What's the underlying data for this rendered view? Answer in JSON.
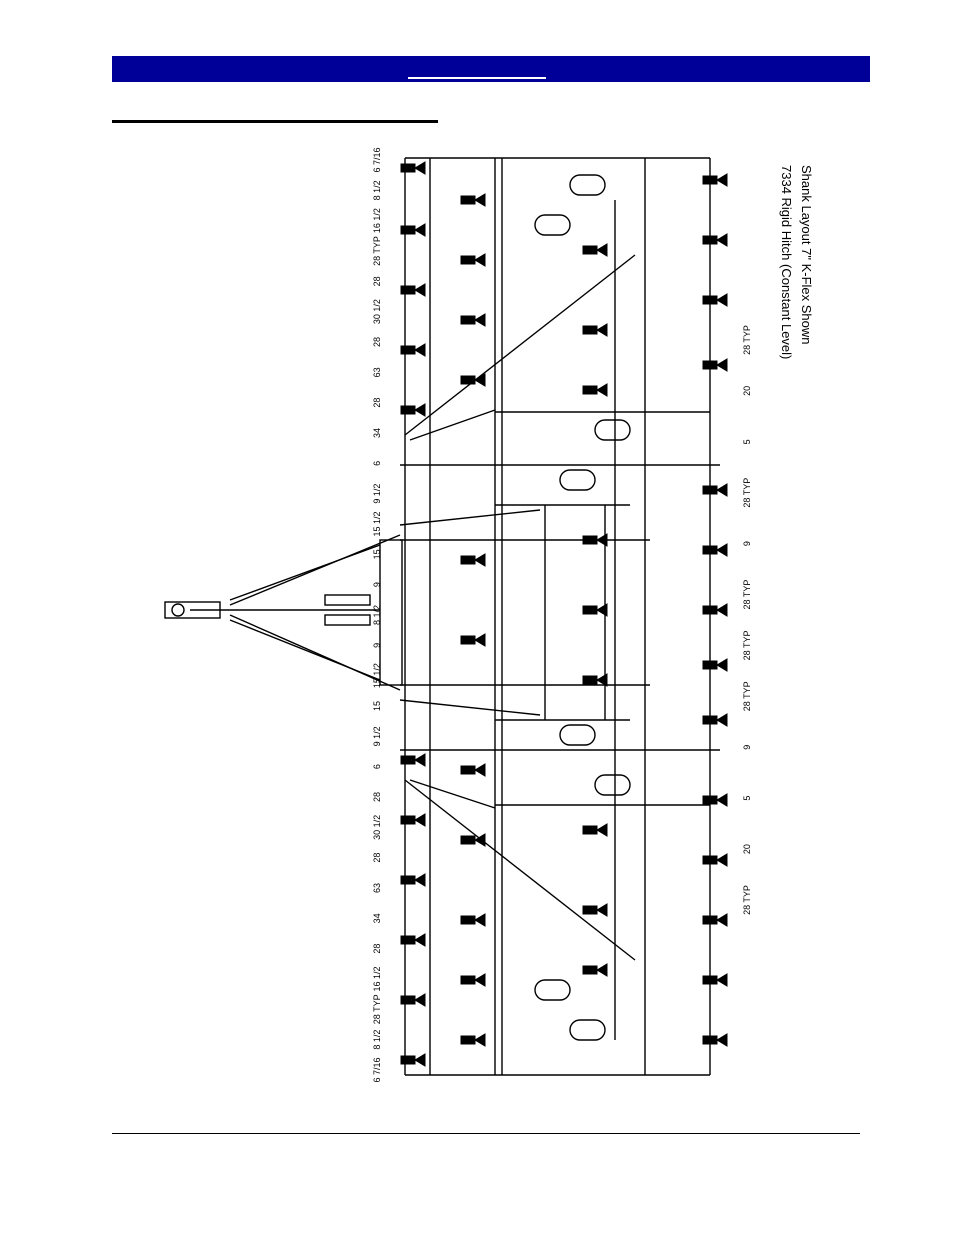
{
  "header": {
    "color": "#000099"
  },
  "diagram": {
    "caption": {
      "title": "7334 Rigid Hitch (Constant Level)",
      "subtitle": "Shank Layout 7\"  K-Flex Shown"
    },
    "dimensions_top": [
      "6 7/16",
      "8 1/2",
      "16 1/2",
      "28 TYP",
      "28",
      "30 1/2",
      "28",
      "63",
      "28",
      "34",
      "6",
      "9 1/2",
      "15 1/2",
      "15",
      "9",
      "8 1/2",
      "9",
      "15 1/2",
      "15",
      "9 1/2",
      "6",
      "28",
      "30 1/2",
      "28",
      "63",
      "34",
      "28",
      "16 1/2",
      "28 TYP",
      "8 1/2",
      "6 7/16"
    ],
    "dimensions_rear": [
      "28 TYP",
      "20",
      "5",
      "28 TYP",
      "9",
      "28 TYP",
      "28 TYP",
      "28 TYP",
      "9",
      "5",
      "20",
      "28 TYP"
    ]
  }
}
